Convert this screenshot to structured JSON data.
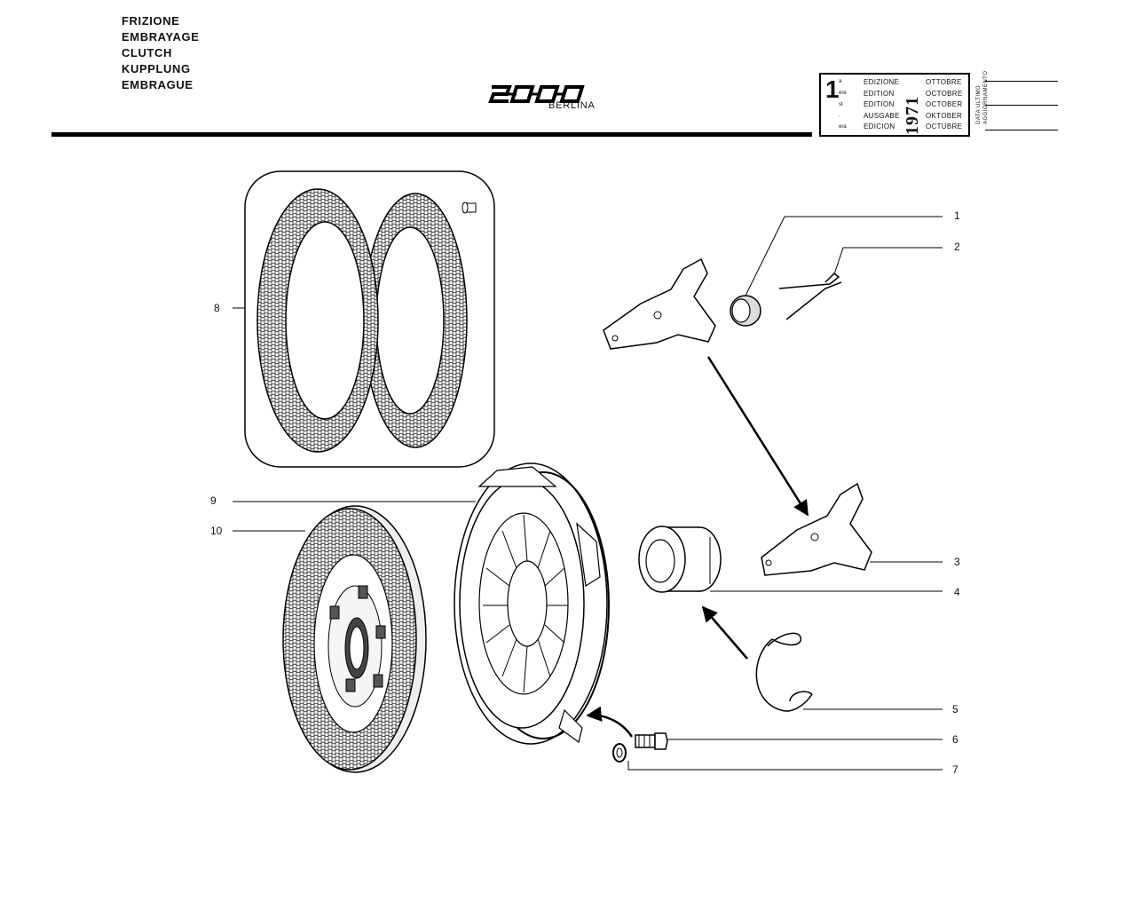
{
  "titles": [
    "FRIZIONE",
    "EMBRAYAGE",
    "CLUTCH",
    "KUPPLUNG",
    "EMBRAGUE"
  ],
  "logo": "2000",
  "model": "BERLINA",
  "edition": {
    "number": "1",
    "suffixes": [
      "a",
      "ere",
      "st",
      ".",
      "era"
    ],
    "labels": [
      "EDIZIONE",
      "EDITION",
      "EDITION",
      "AUSGABE",
      "EDICION"
    ],
    "year": "1971",
    "months": [
      "OTTOBRE",
      "OCTOBRE",
      "OCTOBER",
      "OKTOBER",
      "OCTUBRE"
    ],
    "last_update_lines": [
      "DATA ULTIMO",
      "AGGIORNAMENTO"
    ]
  },
  "callouts": [
    "1",
    "2",
    "3",
    "4",
    "5",
    "6",
    "7",
    "8",
    "9",
    "10"
  ]
}
